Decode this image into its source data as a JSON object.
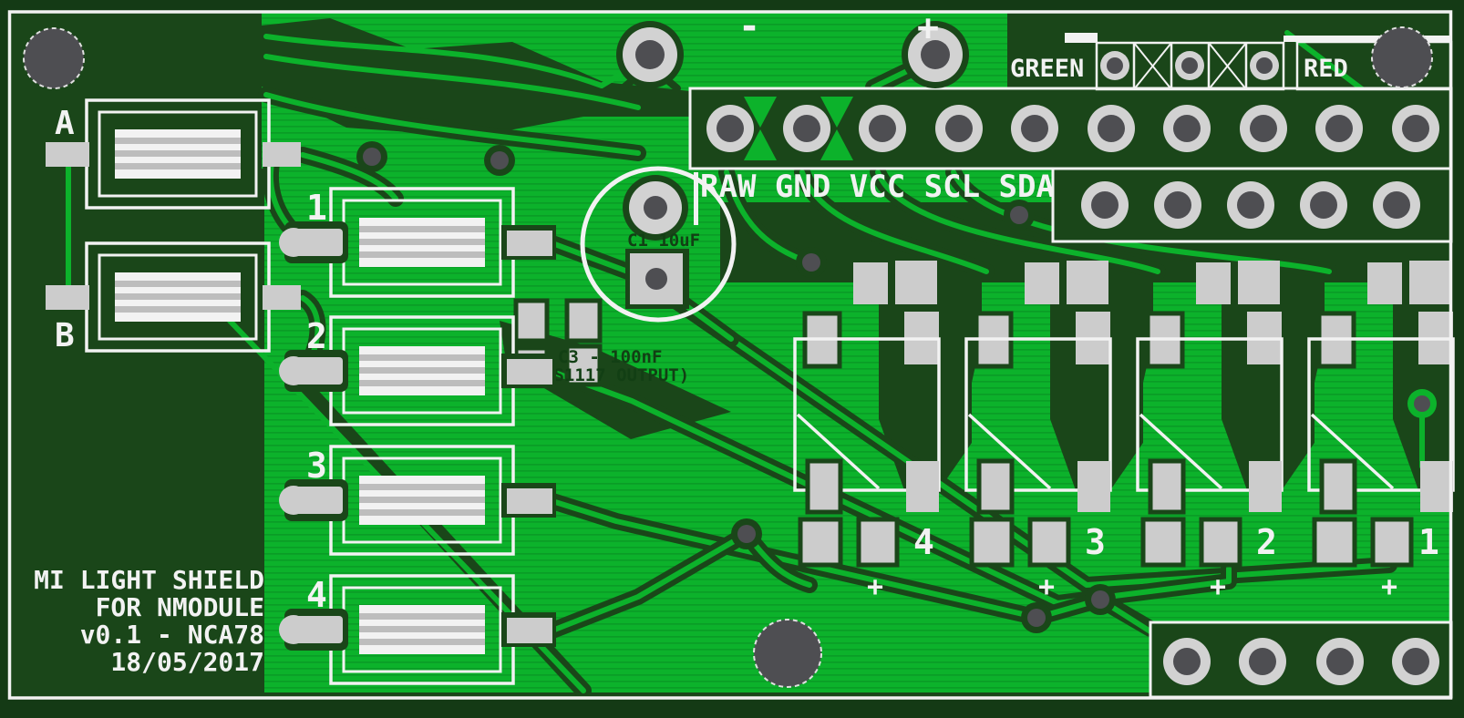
{
  "pcb": {
    "silkscreen": {
      "led_left_label": "GREEN",
      "led_right_label": "RED",
      "header_pins": "RAW GND VCC SCL SDA",
      "polarity_minus": "-",
      "polarity_plus": "+",
      "module_a": "A",
      "module_b": "B",
      "cap1_label": "C1 10uF",
      "cap3_label_line1": "C3 - 100nF",
      "cap3_label_line2": "(S1117 OUTPUT)"
    },
    "title_lines": [
      "MI LIGHT SHIELD",
      "FOR NMODULE",
      "v0.1 - NCA78",
      "18/05/2017"
    ],
    "fuse_modules": [
      {
        "label": "1"
      },
      {
        "label": "2"
      },
      {
        "label": "3"
      },
      {
        "label": "4"
      }
    ],
    "channel_groups": [
      {
        "label": "4",
        "plus": "+"
      },
      {
        "label": "3",
        "plus": "+"
      },
      {
        "label": "2",
        "plus": "+"
      },
      {
        "label": "1",
        "plus": "+"
      }
    ],
    "colors": {
      "solder_mask_bright": "#0cb22b",
      "solder_mask_dark": "#1a4619",
      "board_margin": "#143a15",
      "hatch": "#0a9d26",
      "pad_gray": "#cccccc",
      "hole_gray": "#4e4e52",
      "silkscreen_white": "#f2f2f2",
      "label_dark": "#123f14"
    }
  }
}
